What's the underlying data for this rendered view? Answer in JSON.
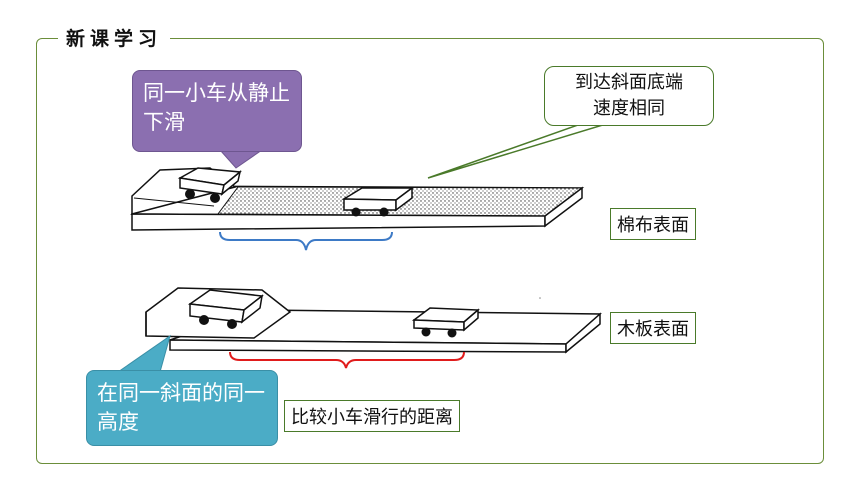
{
  "section": {
    "title": "新课学习"
  },
  "callouts": {
    "same_cart_start": "同一小车从静止下滑",
    "same_height": "在同一斜面的同一高度"
  },
  "speech": {
    "line1": "到达斜面底端",
    "line2": "速度相同"
  },
  "labels": {
    "cotton_surface": "棉布表面",
    "wood_surface": "木板表面",
    "compare_distance": "比较小车滑行的距离"
  },
  "colors": {
    "frame": "#6b8e3a",
    "purple_callout": "#8b6fb0",
    "teal_callout": "#4bacc6",
    "blue_brace": "#3d7ac6",
    "red_brace": "#e01b1b"
  }
}
